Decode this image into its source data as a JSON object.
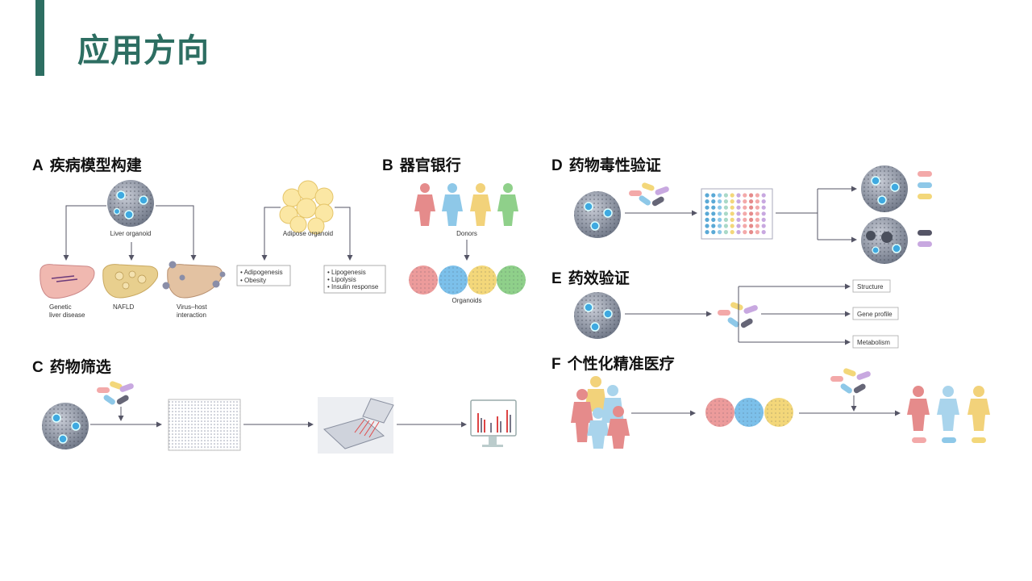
{
  "page": {
    "title": "应用方向"
  },
  "sections": {
    "A": {
      "letter": "A",
      "title": "疾病模型构建",
      "liver_organoid": "Liver organoid",
      "genetic": [
        "Genetic",
        "liver disease"
      ],
      "nafld": "NAFLD",
      "virus": [
        "Virus–host",
        "interaction"
      ],
      "adipose_organoid": "Adipose organoid",
      "adipose_left": [
        "• Adipogenesis",
        "• Obesity"
      ],
      "adipose_right": [
        "• Lipogenesis",
        "• Lipolysis",
        "• Insulin response"
      ]
    },
    "B": {
      "letter": "B",
      "title": "器官银行",
      "donors": "Donors",
      "organoids": "Organoids"
    },
    "C": {
      "letter": "C",
      "title": "药物筛选"
    },
    "D": {
      "letter": "D",
      "title": "药物毒性验证"
    },
    "E": {
      "letter": "E",
      "title": "药效验证",
      "outputs": [
        "Structure",
        "Gene profile",
        "Metabolism"
      ]
    },
    "F": {
      "letter": "F",
      "title": "个性化精准医疗"
    }
  },
  "colors": {
    "accent": "#2d6e62",
    "red": "#e58b8b",
    "blue": "#8ec8e8",
    "yellow": "#f2d27a",
    "green": "#8fd08a"
  }
}
